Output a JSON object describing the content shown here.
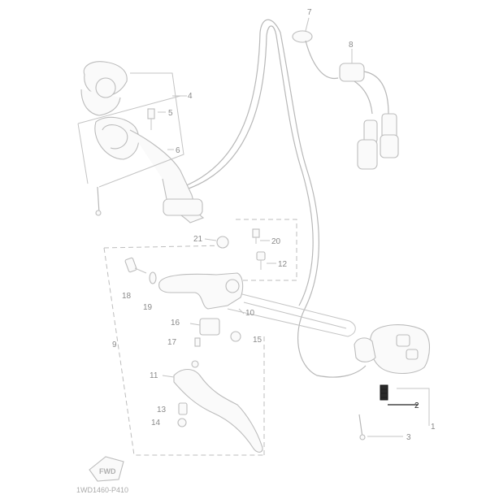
{
  "diagram": {
    "code": "1WD1460-P410",
    "fwd": "FWD",
    "labels": {
      "p1": "1",
      "p2": "2",
      "p3": "3",
      "p4": "4",
      "p5": "5",
      "p6": "6",
      "p7": "7",
      "p8": "8",
      "p9": "9",
      "p10": "10",
      "p11": "11",
      "p12": "12",
      "p13": "13",
      "p14": "14",
      "p15": "15",
      "p16": "16",
      "p17": "17",
      "p18": "18",
      "p19": "19",
      "p20": "20",
      "p21": "21"
    },
    "highlighted_part": "2",
    "colors": {
      "line": "#c4c4c4",
      "label": "#8a8a8a",
      "highlight": "#222222"
    }
  }
}
